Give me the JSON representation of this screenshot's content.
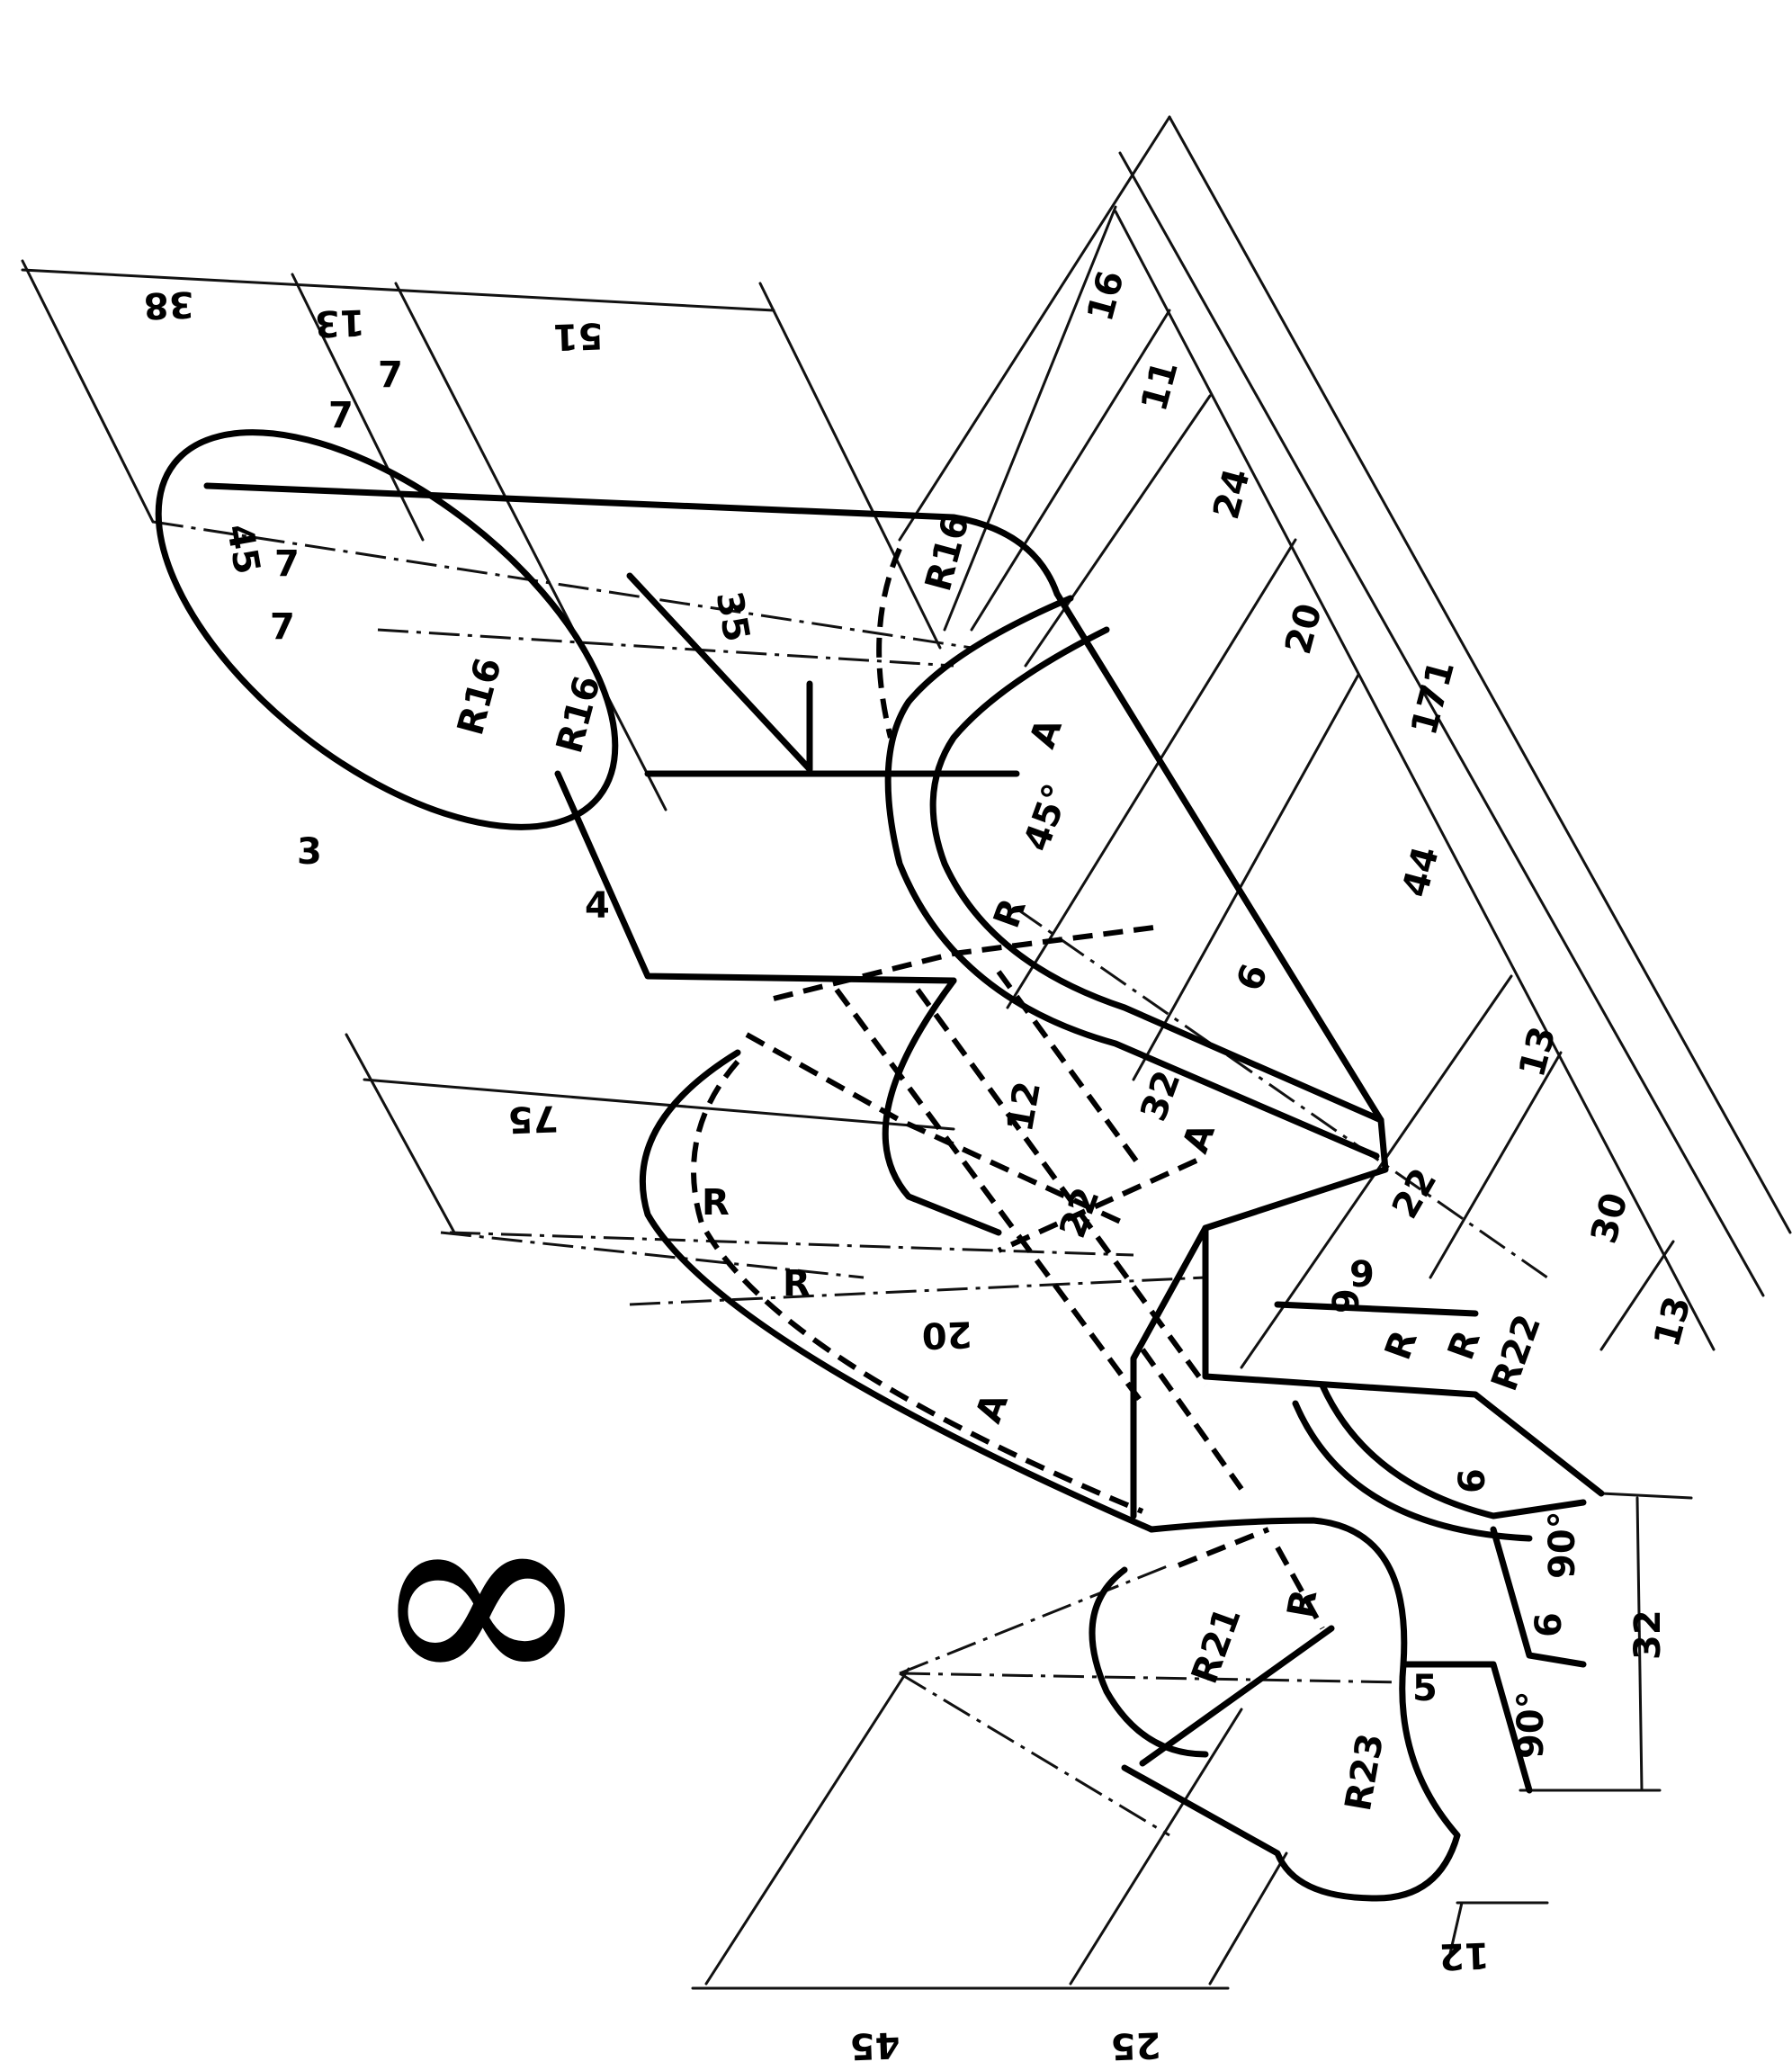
{
  "symbol": "∞",
  "dimensions": {
    "top": [
      "38",
      "13",
      "51"
    ],
    "upper_left_view": [
      "45",
      "7",
      "7",
      "7",
      "7",
      "3",
      "R16",
      "R16",
      "35",
      "R16"
    ],
    "right_chain": [
      "16",
      "11",
      "24",
      "20",
      "171",
      "44",
      "13",
      "30",
      "13"
    ],
    "middle": [
      "45°",
      "R",
      "6",
      "12",
      "32",
      "22",
      "22",
      "A",
      "A",
      "A"
    ],
    "left": [
      "75",
      "R",
      "R",
      "20",
      "4"
    ],
    "lower_right": [
      "R",
      "R",
      "R22",
      "9",
      "6",
      "6",
      "90°",
      "90°",
      "32",
      "12",
      "R23",
      "R21",
      "R",
      "5",
      "9"
    ],
    "bottom": [
      "45",
      "25"
    ]
  }
}
